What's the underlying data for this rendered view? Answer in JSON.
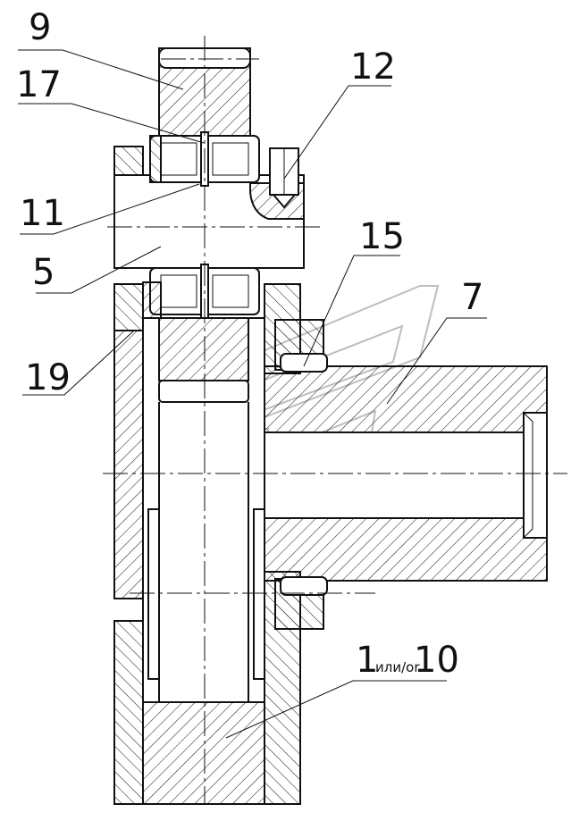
{
  "callouts": {
    "c9": "9",
    "c17": "17",
    "c12": "12",
    "c11": "11",
    "c5": "5",
    "c15": "15",
    "c7": "7",
    "c19": "19",
    "c1_main": "1",
    "c1_sub": "или/or",
    "c1_tail": "10"
  }
}
